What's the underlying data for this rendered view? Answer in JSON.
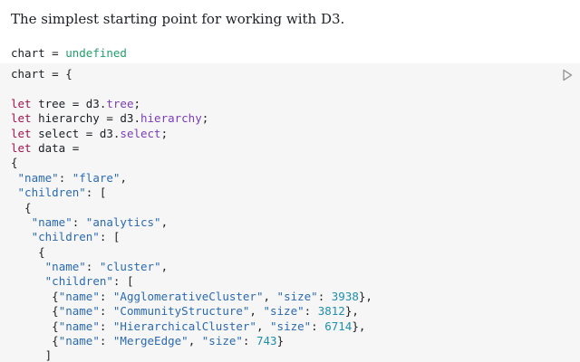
{
  "intro_text": "The simplest starting point for working with D3.",
  "output": {
    "name": "chart",
    "eq": " = ",
    "value": "undefined"
  },
  "run_icon": "play-triangle-icon",
  "colors": {
    "keyword": "#a0174e",
    "string": "#2b6ab1",
    "number": "#1f8fb0",
    "property": "#7a3db8",
    "value": "#22a06b",
    "cell_background": "#f6f6f6"
  },
  "code_lines": [
    [
      {
        "t": "p",
        "v": "chart = {"
      }
    ],
    [
      {
        "t": "p",
        "v": ""
      }
    ],
    [
      {
        "t": "k",
        "v": "let"
      },
      {
        "t": "p",
        "v": " tree = d3."
      },
      {
        "t": "m",
        "v": "tree"
      },
      {
        "t": "p",
        "v": ";"
      }
    ],
    [
      {
        "t": "k",
        "v": "let"
      },
      {
        "t": "p",
        "v": " hierarchy = d3."
      },
      {
        "t": "m",
        "v": "hierarchy"
      },
      {
        "t": "p",
        "v": ";"
      }
    ],
    [
      {
        "t": "k",
        "v": "let"
      },
      {
        "t": "p",
        "v": " select = d3."
      },
      {
        "t": "m",
        "v": "select"
      },
      {
        "t": "p",
        "v": ";"
      }
    ],
    [
      {
        "t": "k",
        "v": "let"
      },
      {
        "t": "p",
        "v": " data ="
      }
    ],
    [
      {
        "t": "p",
        "v": "{"
      }
    ],
    [
      {
        "t": "p",
        "v": " "
      },
      {
        "t": "s",
        "v": "\"name\""
      },
      {
        "t": "p",
        "v": ": "
      },
      {
        "t": "s",
        "v": "\"flare\""
      },
      {
        "t": "p",
        "v": ","
      }
    ],
    [
      {
        "t": "p",
        "v": " "
      },
      {
        "t": "s",
        "v": "\"children\""
      },
      {
        "t": "p",
        "v": ": ["
      }
    ],
    [
      {
        "t": "p",
        "v": "  {"
      }
    ],
    [
      {
        "t": "p",
        "v": "   "
      },
      {
        "t": "s",
        "v": "\"name\""
      },
      {
        "t": "p",
        "v": ": "
      },
      {
        "t": "s",
        "v": "\"analytics\""
      },
      {
        "t": "p",
        "v": ","
      }
    ],
    [
      {
        "t": "p",
        "v": "   "
      },
      {
        "t": "s",
        "v": "\"children\""
      },
      {
        "t": "p",
        "v": ": ["
      }
    ],
    [
      {
        "t": "p",
        "v": "    {"
      }
    ],
    [
      {
        "t": "p",
        "v": "     "
      },
      {
        "t": "s",
        "v": "\"name\""
      },
      {
        "t": "p",
        "v": ": "
      },
      {
        "t": "s",
        "v": "\"cluster\""
      },
      {
        "t": "p",
        "v": ","
      }
    ],
    [
      {
        "t": "p",
        "v": "     "
      },
      {
        "t": "s",
        "v": "\"children\""
      },
      {
        "t": "p",
        "v": ": ["
      }
    ],
    [
      {
        "t": "p",
        "v": "      {"
      },
      {
        "t": "s",
        "v": "\"name\""
      },
      {
        "t": "p",
        "v": ": "
      },
      {
        "t": "s",
        "v": "\"AgglomerativeCluster\""
      },
      {
        "t": "p",
        "v": ", "
      },
      {
        "t": "s",
        "v": "\"size\""
      },
      {
        "t": "p",
        "v": ": "
      },
      {
        "t": "n",
        "v": "3938"
      },
      {
        "t": "p",
        "v": "},"
      }
    ],
    [
      {
        "t": "p",
        "v": "      {"
      },
      {
        "t": "s",
        "v": "\"name\""
      },
      {
        "t": "p",
        "v": ": "
      },
      {
        "t": "s",
        "v": "\"CommunityStructure\""
      },
      {
        "t": "p",
        "v": ", "
      },
      {
        "t": "s",
        "v": "\"size\""
      },
      {
        "t": "p",
        "v": ": "
      },
      {
        "t": "n",
        "v": "3812"
      },
      {
        "t": "p",
        "v": "},"
      }
    ],
    [
      {
        "t": "p",
        "v": "      {"
      },
      {
        "t": "s",
        "v": "\"name\""
      },
      {
        "t": "p",
        "v": ": "
      },
      {
        "t": "s",
        "v": "\"HierarchicalCluster\""
      },
      {
        "t": "p",
        "v": ", "
      },
      {
        "t": "s",
        "v": "\"size\""
      },
      {
        "t": "p",
        "v": ": "
      },
      {
        "t": "n",
        "v": "6714"
      },
      {
        "t": "p",
        "v": "},"
      }
    ],
    [
      {
        "t": "p",
        "v": "      {"
      },
      {
        "t": "s",
        "v": "\"name\""
      },
      {
        "t": "p",
        "v": ": "
      },
      {
        "t": "s",
        "v": "\"MergeEdge\""
      },
      {
        "t": "p",
        "v": ", "
      },
      {
        "t": "s",
        "v": "\"size\""
      },
      {
        "t": "p",
        "v": ": "
      },
      {
        "t": "n",
        "v": "743"
      },
      {
        "t": "p",
        "v": "}"
      }
    ],
    [
      {
        "t": "p",
        "v": "     ]"
      }
    ]
  ]
}
